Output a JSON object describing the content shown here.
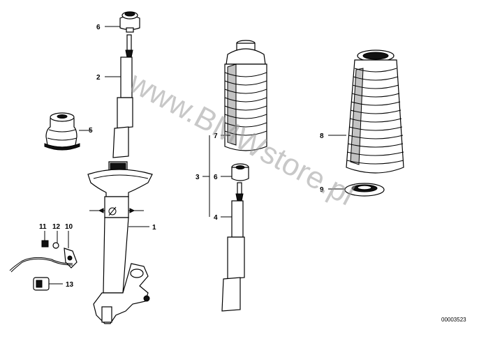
{
  "watermark": "www.BMWstore.pl",
  "reference_number": "00003523",
  "callouts": [
    {
      "id": "c1",
      "label": "1"
    },
    {
      "id": "c2",
      "label": "2"
    },
    {
      "id": "c3",
      "label": "3"
    },
    {
      "id": "c4",
      "label": "4"
    },
    {
      "id": "c5",
      "label": "5"
    },
    {
      "id": "c6a",
      "label": "6"
    },
    {
      "id": "c6b",
      "label": "6"
    },
    {
      "id": "c7",
      "label": "7"
    },
    {
      "id": "c8",
      "label": "8"
    },
    {
      "id": "c9",
      "label": "9"
    },
    {
      "id": "c10",
      "label": "10"
    },
    {
      "id": "c11",
      "label": "11"
    },
    {
      "id": "c12",
      "label": "12"
    },
    {
      "id": "c13",
      "label": "13"
    }
  ]
}
